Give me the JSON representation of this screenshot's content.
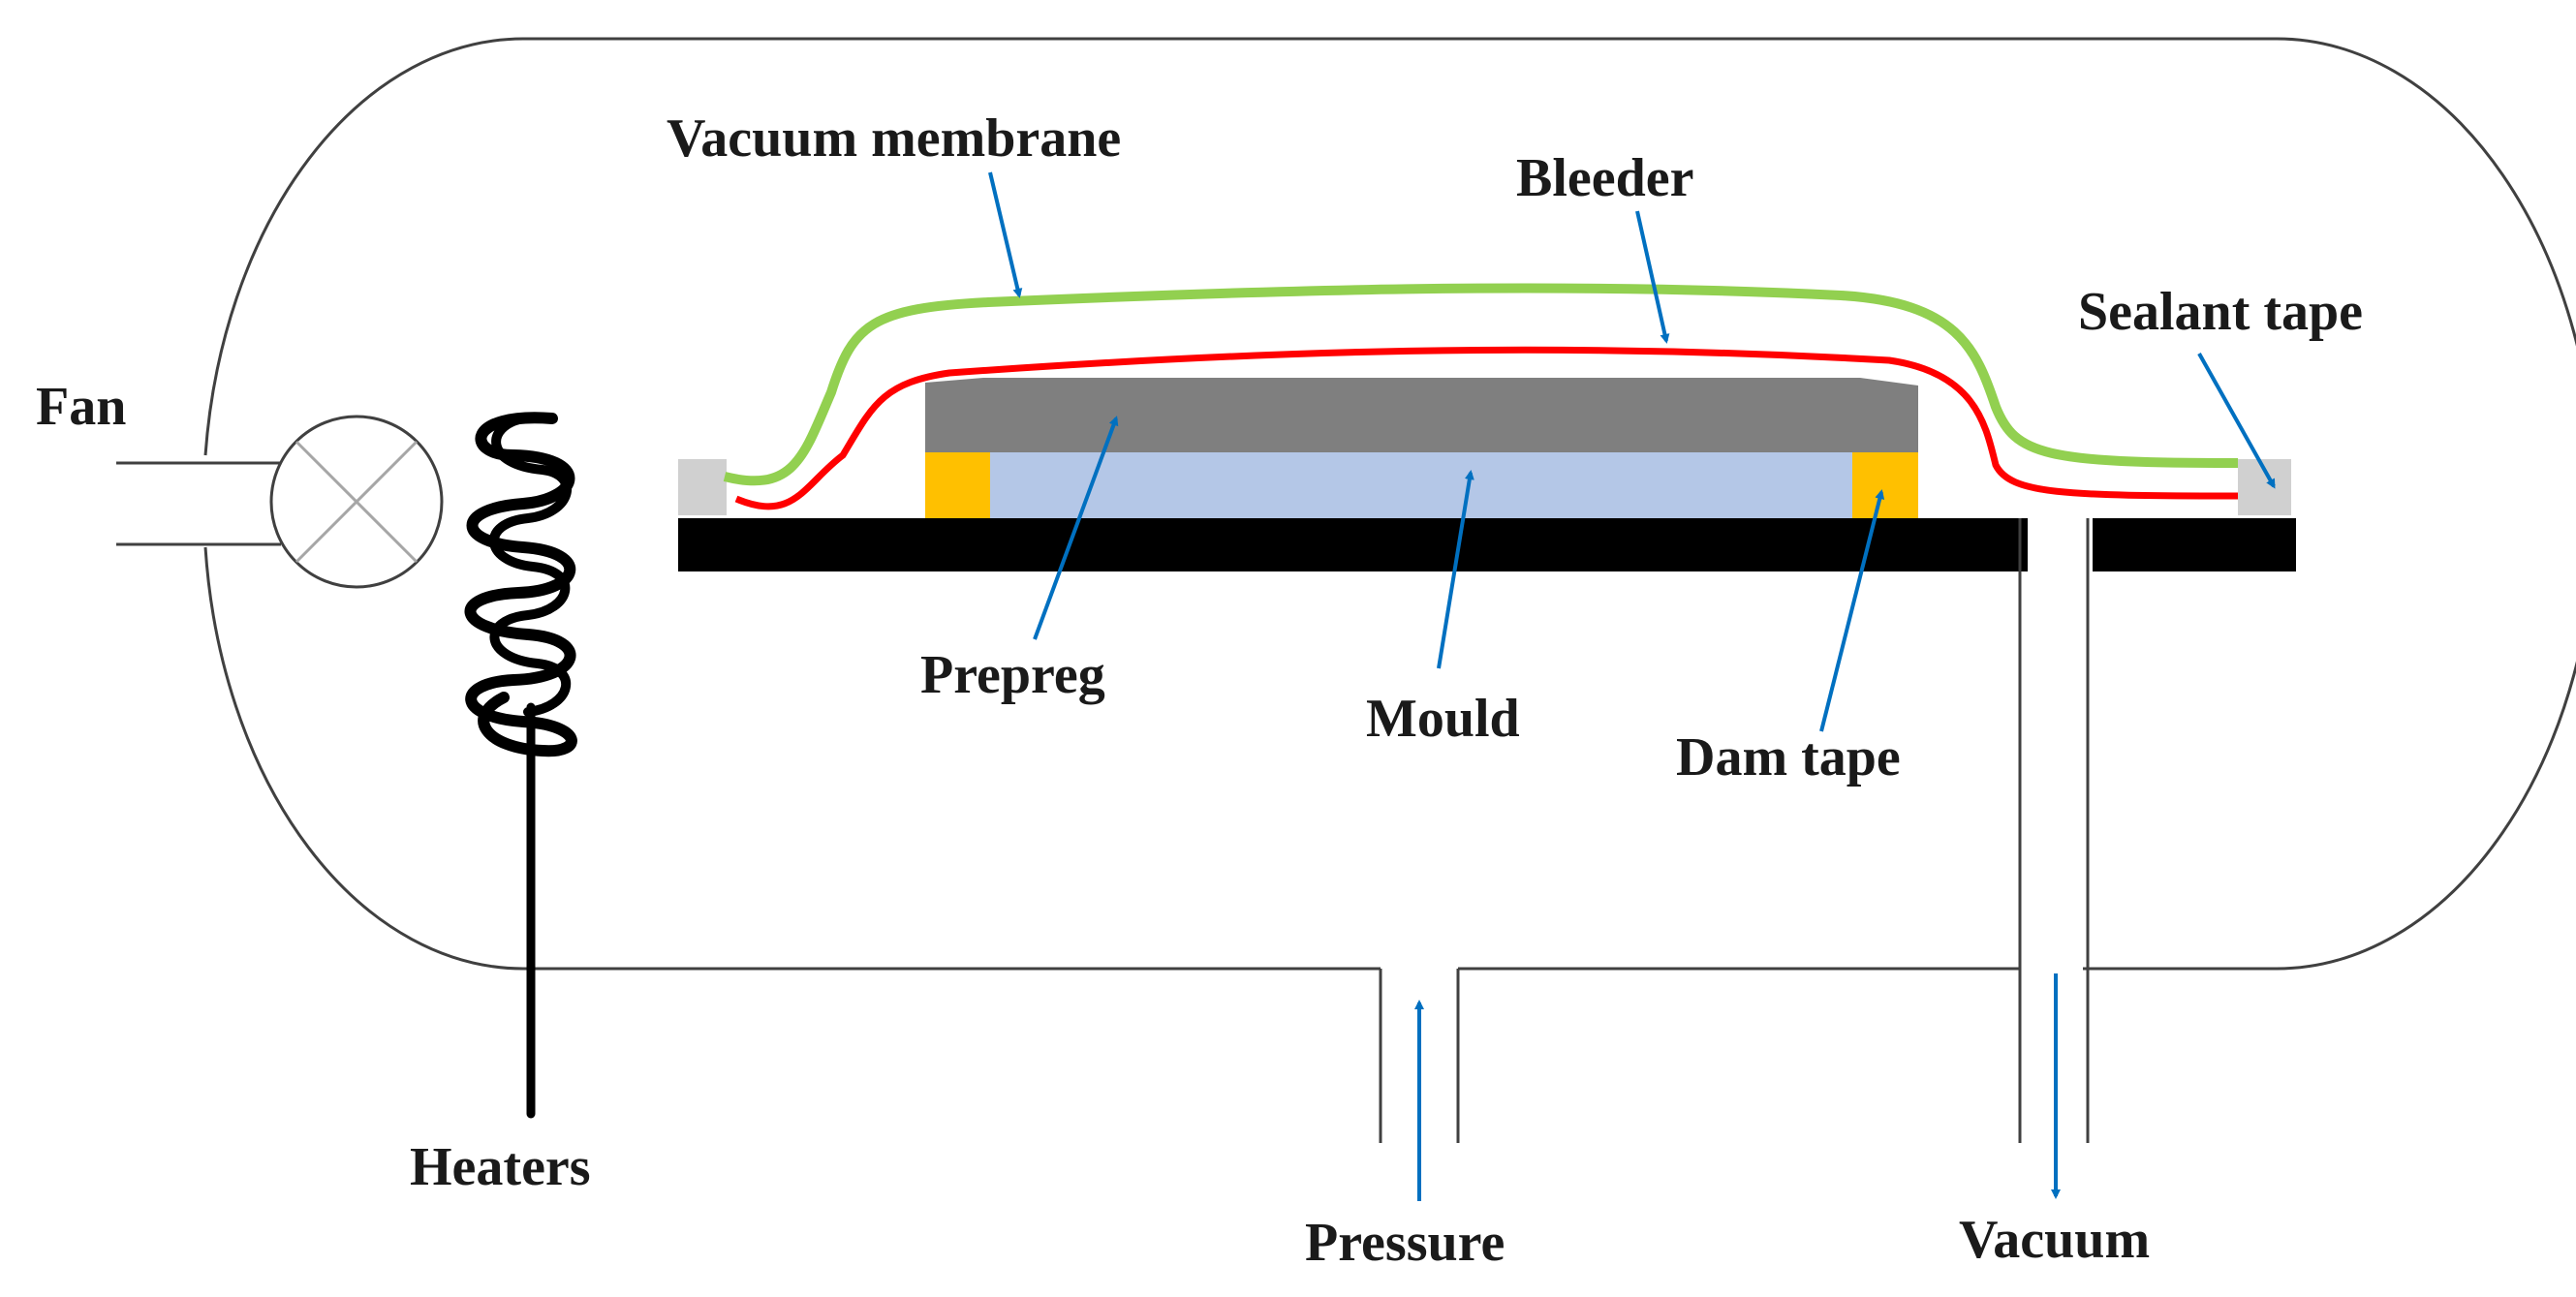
{
  "labels": {
    "fan": "Fan",
    "heaters": "Heaters",
    "vacuum_membrane": "Vacuum membrane",
    "bleeder": "Bleeder",
    "sealant_tape": "Sealant tape",
    "prepreg": "Prepreg",
    "mould": "Mould",
    "dam_tape": "Dam tape",
    "pressure": "Pressure",
    "vacuum": "Vacuum"
  },
  "colors": {
    "outline": "#404040",
    "vacuum_membrane": "#92d050",
    "bleeder": "#ff0000",
    "prepreg": "#7f7f7f",
    "mould": "#b4c7e7",
    "dam_tape": "#ffc000",
    "sealant_tape": "#d0d0d0",
    "base_plate": "#000000",
    "arrow": "#0070c0"
  },
  "icons": {
    "fan": "fan-icon",
    "heater": "heater-coil-icon"
  }
}
